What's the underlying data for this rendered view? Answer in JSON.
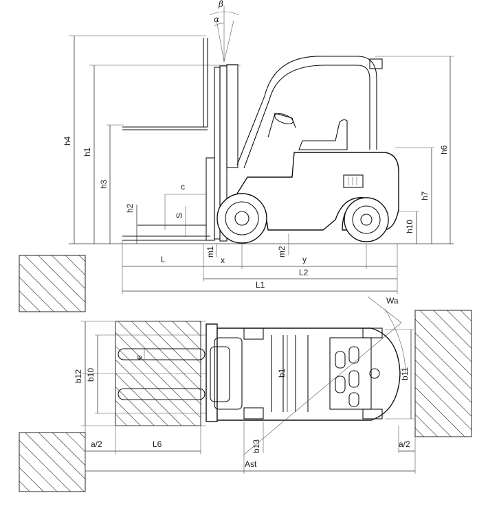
{
  "labels": {
    "beta": "β",
    "alpha": "α",
    "h4": "h4",
    "h1": "h1",
    "h3": "h3",
    "h2": "h2",
    "c": "c",
    "S": "S",
    "h6": "h6",
    "h7": "h7",
    "h10": "h10",
    "m1": "m1",
    "m2": "m2",
    "L": "L",
    "x": "x",
    "y": "y",
    "L2": "L2",
    "L1": "L1",
    "Wa": "Wa",
    "b12": "b12",
    "b10": "b10",
    "e": "e",
    "b1": "b1",
    "b11": "b11",
    "a2_left": "a/2",
    "L6": "L6",
    "b13": "b13",
    "a2_right": "a/2",
    "Ast": "Ast"
  }
}
